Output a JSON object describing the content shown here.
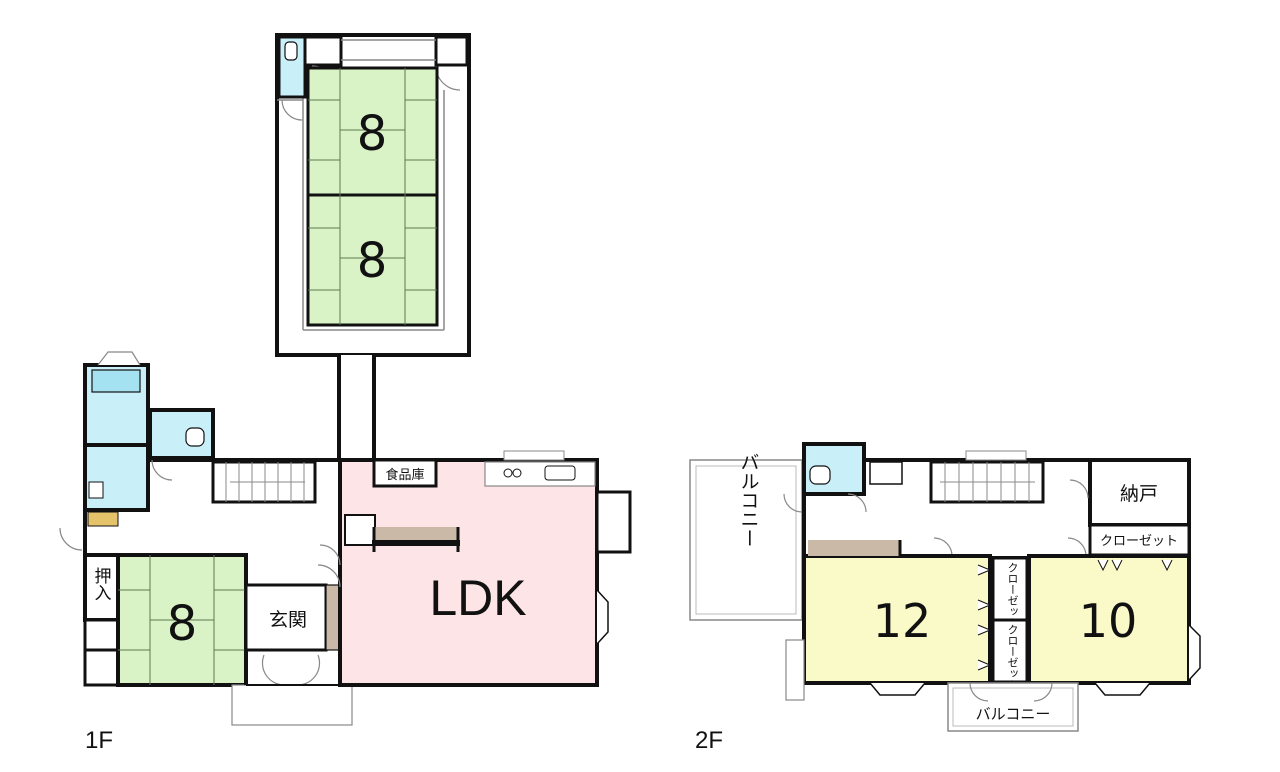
{
  "colors": {
    "tatami": "#d9f2c6",
    "tatami_line": "#5d7a4d",
    "wet": "#c9eff9",
    "ldk": "#fde4e6",
    "yellow": "#fafac8",
    "wall": "#111111",
    "thin": "#888888",
    "shelf": "#c9b9a6",
    "stair": "#ffffff"
  },
  "floors": {
    "f1": {
      "label": "1F",
      "rooms": {
        "washitsu_a": "8",
        "washitsu_b": "8",
        "washitsu_c": "8",
        "ldk": "LDK",
        "genkan": "玄関",
        "pantry": "食品庫",
        "oshiire": "押入"
      }
    },
    "f2": {
      "label": "2F",
      "rooms": {
        "room_a": "12",
        "room_b": "10",
        "nando": "納戸",
        "closet_main": "クローゼット",
        "closet_1": "クローゼット",
        "closet_2": "クローゼット",
        "balcony_west": "バルコニー",
        "balcony_south": "バルコニー"
      }
    }
  }
}
